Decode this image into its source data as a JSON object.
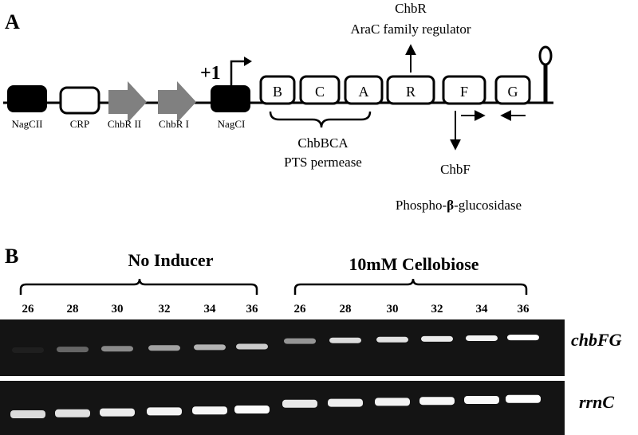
{
  "panel_a": {
    "label": "A",
    "plus_one": "+1",
    "sites": {
      "nagcii": "NagCII",
      "crp": "CRP",
      "chbr_ii": "ChbR II",
      "chbr_i": "ChbR I",
      "nagci": "NagCI"
    },
    "genes": {
      "b": "B",
      "c": "C",
      "a": "A",
      "r": "R",
      "f": "F",
      "g": "G"
    },
    "annotations": {
      "chbr_title": "ChbR",
      "chbr_desc": "AraC family regulator",
      "chbbca_title": "ChbBCA",
      "chbbca_desc": "PTS permease",
      "chbf_title": "ChbF",
      "chbf_desc_prefix": "Phospho-",
      "chbf_desc_beta": "β",
      "chbf_desc_suffix": "-glucosidase"
    }
  },
  "panel_b": {
    "label": "B",
    "groups": {
      "no_inducer": "No Inducer",
      "cellobiose": "10mM Cellobiose"
    },
    "cycles_group1": [
      "26",
      "28",
      "30",
      "32",
      "34",
      "36"
    ],
    "cycles_group2": [
      "26",
      "28",
      "30",
      "32",
      "34",
      "36"
    ],
    "gel_labels": {
      "top": "chbFG",
      "bottom": "rrnC"
    },
    "band_intensity": {
      "chbFG": [
        0.05,
        0.35,
        0.5,
        0.6,
        0.68,
        0.78,
        0.55,
        0.85,
        0.88,
        0.92,
        0.95,
        1.0
      ],
      "rrnC": [
        0.85,
        0.88,
        0.92,
        0.95,
        0.97,
        0.99,
        0.9,
        0.93,
        0.95,
        0.97,
        0.98,
        1.0
      ]
    },
    "colors": {
      "gel_background": "#141414",
      "band": "#ffffff"
    }
  }
}
